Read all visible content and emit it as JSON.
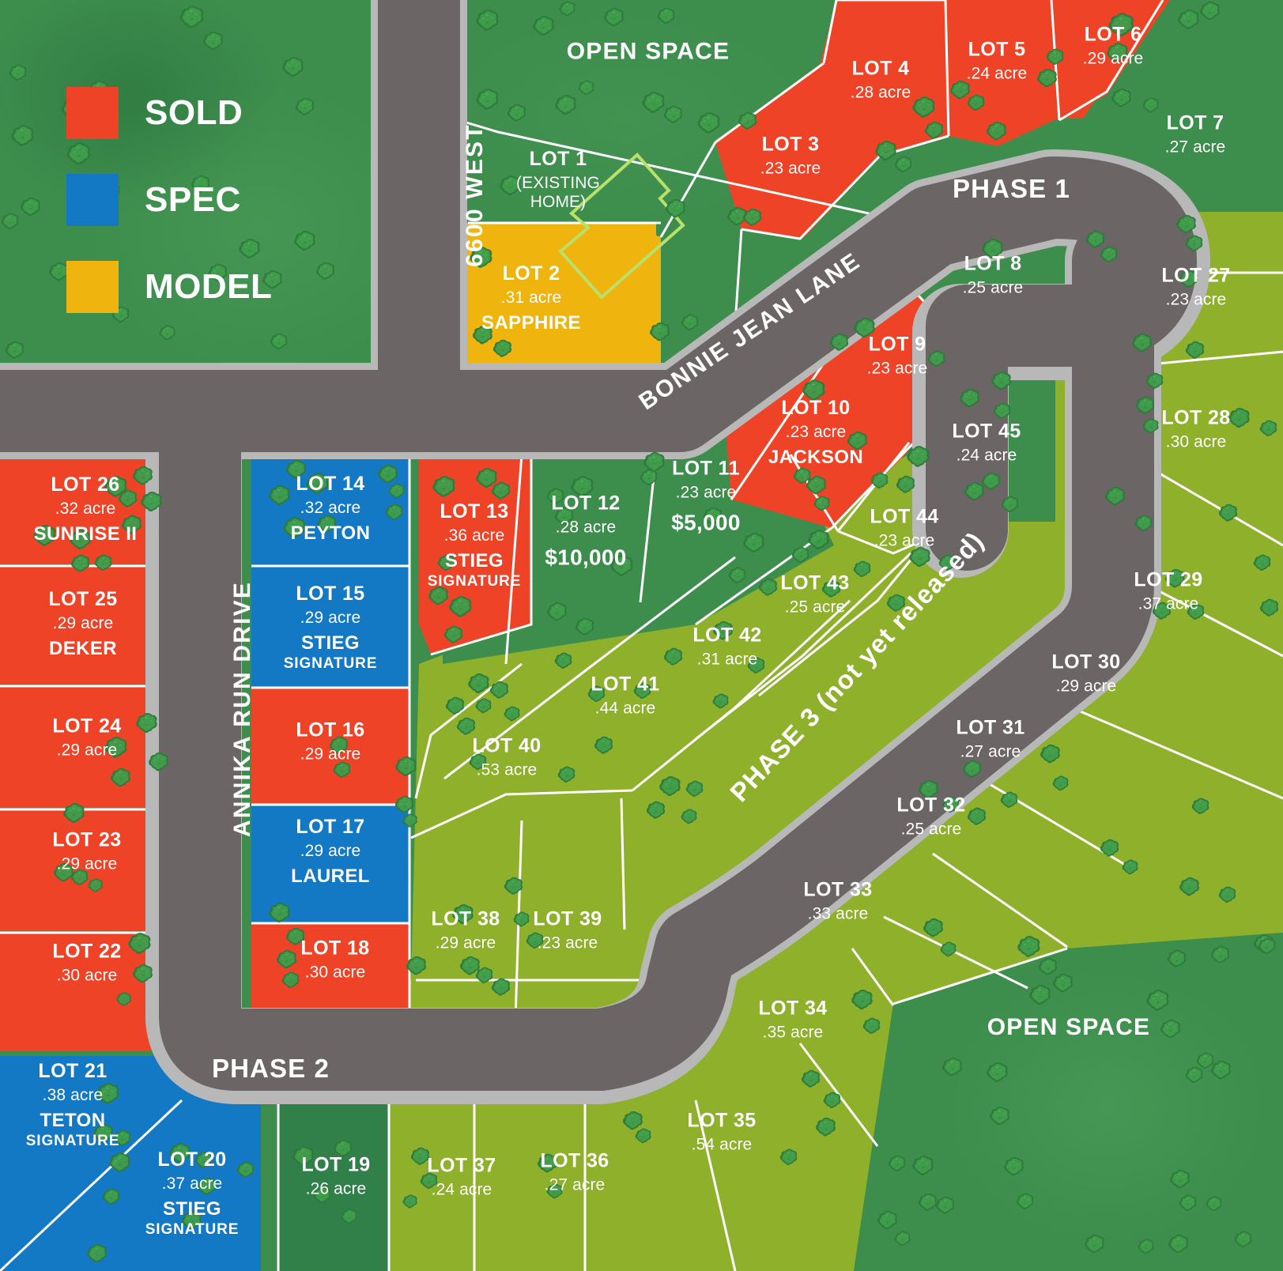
{
  "legend": {
    "items": [
      {
        "label": "SOLD",
        "color": "#ee4327"
      },
      {
        "label": "SPEC",
        "color": "#1379c4"
      },
      {
        "label": "MODEL",
        "color": "#efb50e"
      }
    ]
  },
  "colors": {
    "sold": "#ee4327",
    "spec": "#1379c4",
    "model": "#efb50e",
    "available_green": "#3d8e4d",
    "phase3_olive": "#8fb02b",
    "open_space": "#3d8e4d",
    "road": "#6b6565",
    "curb": "#b8b8b8",
    "lot_line": "#ffffff",
    "home_outline": "#b9e06a"
  },
  "roads": [
    {
      "name": "6600 WEST",
      "angle": -90
    },
    {
      "name": "BONNIE JEAN LANE",
      "angle": -32
    },
    {
      "name": "ANNIKA RUN DRIVE",
      "angle": -90
    }
  ],
  "phases": [
    {
      "name": "PHASE 1",
      "angle": 0
    },
    {
      "name": "PHASE 2",
      "angle": 0
    },
    {
      "name": "PHASE 3 (not yet released)",
      "angle": -47
    }
  ],
  "areas": [
    {
      "name": "OPEN SPACE"
    },
    {
      "name": "OPEN\nSPACE"
    }
  ],
  "open_space_top": "OPEN SPACE",
  "open_space_bottom_l1": "OPEN",
  "open_space_bottom_l2": "SPACE",
  "lots": [
    {
      "id": 1,
      "name": "LOT 1",
      "acre": "",
      "plan": "",
      "sub": "",
      "price": "",
      "status": "available",
      "note_l1": "(EXISTING",
      "note_l2": "HOME)"
    },
    {
      "id": 2,
      "name": "LOT 2",
      "acre": ".31 acre",
      "plan": "SAPPHIRE",
      "sub": "",
      "price": "",
      "status": "model"
    },
    {
      "id": 3,
      "name": "LOT 3",
      "acre": ".23 acre",
      "plan": "",
      "sub": "",
      "price": "",
      "status": "sold"
    },
    {
      "id": 4,
      "name": "LOT 4",
      "acre": ".28 acre",
      "plan": "",
      "sub": "",
      "price": "",
      "status": "sold"
    },
    {
      "id": 5,
      "name": "LOT 5",
      "acre": ".24 acre",
      "plan": "",
      "sub": "",
      "price": "",
      "status": "sold"
    },
    {
      "id": 6,
      "name": "LOT 6",
      "acre": ".29 acre",
      "plan": "",
      "sub": "",
      "price": "",
      "status": "sold"
    },
    {
      "id": 7,
      "name": "LOT 7",
      "acre": ".27 acre",
      "plan": "",
      "sub": "",
      "price": "",
      "status": "available"
    },
    {
      "id": 8,
      "name": "LOT 8",
      "acre": ".25 acre",
      "plan": "",
      "sub": "",
      "price": "",
      "status": "available"
    },
    {
      "id": 9,
      "name": "LOT 9",
      "acre": ".23 acre",
      "plan": "",
      "sub": "",
      "price": "",
      "status": "sold"
    },
    {
      "id": 10,
      "name": "LOT 10",
      "acre": ".23 acre",
      "plan": "JACKSON",
      "sub": "",
      "price": "",
      "status": "sold"
    },
    {
      "id": 11,
      "name": "LOT 11",
      "acre": ".23 acre",
      "plan": "",
      "sub": "",
      "price": "$5,000",
      "status": "available"
    },
    {
      "id": 12,
      "name": "LOT 12",
      "acre": ".28 acre",
      "plan": "",
      "sub": "",
      "price": "$10,000",
      "status": "available"
    },
    {
      "id": 13,
      "name": "LOT 13",
      "acre": ".36 acre",
      "plan": "STIEG",
      "sub": "SIGNATURE",
      "price": "",
      "status": "sold"
    },
    {
      "id": 14,
      "name": "LOT 14",
      "acre": ".32 acre",
      "plan": "PEYTON",
      "sub": "",
      "price": "",
      "status": "spec"
    },
    {
      "id": 15,
      "name": "LOT 15",
      "acre": ".29 acre",
      "plan": "STIEG",
      "sub": "SIGNATURE",
      "price": "",
      "status": "spec"
    },
    {
      "id": 16,
      "name": "LOT 16",
      "acre": ".29 acre",
      "plan": "",
      "sub": "",
      "price": "",
      "status": "sold"
    },
    {
      "id": 17,
      "name": "LOT 17",
      "acre": ".29 acre",
      "plan": "LAUREL",
      "sub": "",
      "price": "",
      "status": "spec"
    },
    {
      "id": 18,
      "name": "LOT 18",
      "acre": ".30 acre",
      "plan": "",
      "sub": "",
      "price": "",
      "status": "sold"
    },
    {
      "id": 19,
      "name": "LOT 19",
      "acre": ".26 acre",
      "plan": "",
      "sub": "",
      "price": "",
      "status": "available"
    },
    {
      "id": 20,
      "name": "LOT 20",
      "acre": ".37 acre",
      "plan": "STIEG",
      "sub": "SIGNATURE",
      "price": "",
      "status": "spec"
    },
    {
      "id": 21,
      "name": "LOT 21",
      "acre": ".38 acre",
      "plan": "TETON",
      "sub": "SIGNATURE",
      "price": "",
      "status": "spec"
    },
    {
      "id": 22,
      "name": "LOT 22",
      "acre": ".30 acre",
      "plan": "",
      "sub": "",
      "price": "",
      "status": "sold"
    },
    {
      "id": 23,
      "name": "LOT 23",
      "acre": ".29 acre",
      "plan": "",
      "sub": "",
      "price": "",
      "status": "sold"
    },
    {
      "id": 24,
      "name": "LOT 24",
      "acre": ".29 acre",
      "plan": "",
      "sub": "",
      "price": "",
      "status": "sold"
    },
    {
      "id": 25,
      "name": "LOT 25",
      "acre": ".29 acre",
      "plan": "DEKER",
      "sub": "",
      "price": "",
      "status": "sold"
    },
    {
      "id": 26,
      "name": "LOT 26",
      "acre": ".32 acre",
      "plan": "SUNRISE II",
      "sub": "",
      "price": "",
      "status": "sold"
    },
    {
      "id": 27,
      "name": "LOT 27",
      "acre": ".23 acre",
      "plan": "",
      "sub": "",
      "price": "",
      "status": "phase3"
    },
    {
      "id": 28,
      "name": "LOT 28",
      "acre": ".30 acre",
      "plan": "",
      "sub": "",
      "price": "",
      "status": "phase3"
    },
    {
      "id": 29,
      "name": "LOT 29",
      "acre": ".37 acre",
      "plan": "",
      "sub": "",
      "price": "",
      "status": "phase3"
    },
    {
      "id": 30,
      "name": "LOT 30",
      "acre": ".29 acre",
      "plan": "",
      "sub": "",
      "price": "",
      "status": "phase3"
    },
    {
      "id": 31,
      "name": "LOT 31",
      "acre": ".27 acre",
      "plan": "",
      "sub": "",
      "price": "",
      "status": "phase3"
    },
    {
      "id": 32,
      "name": "LOT 32",
      "acre": ".25 acre",
      "plan": "",
      "sub": "",
      "price": "",
      "status": "phase3"
    },
    {
      "id": 33,
      "name": "LOT 33",
      "acre": ".33 acre",
      "plan": "",
      "sub": "",
      "price": "",
      "status": "phase3"
    },
    {
      "id": 34,
      "name": "LOT 34",
      "acre": ".35 acre",
      "plan": "",
      "sub": "",
      "price": "",
      "status": "phase3"
    },
    {
      "id": 35,
      "name": "LOT 35",
      "acre": ".54 acre",
      "plan": "",
      "sub": "",
      "price": "",
      "status": "phase3"
    },
    {
      "id": 36,
      "name": "LOT 36",
      "acre": ".27 acre",
      "plan": "",
      "sub": "",
      "price": "",
      "status": "phase3"
    },
    {
      "id": 37,
      "name": "LOT 37",
      "acre": ".24 acre",
      "plan": "",
      "sub": "",
      "price": "",
      "status": "phase3"
    },
    {
      "id": 38,
      "name": "LOT 38",
      "acre": ".29 acre",
      "plan": "",
      "sub": "",
      "price": "",
      "status": "phase3"
    },
    {
      "id": 39,
      "name": "LOT 39",
      "acre": ".23 acre",
      "plan": "",
      "sub": "",
      "price": "",
      "status": "phase3"
    },
    {
      "id": 40,
      "name": "LOT 40",
      "acre": ".53 acre",
      "plan": "",
      "sub": "",
      "price": "",
      "status": "phase3"
    },
    {
      "id": 41,
      "name": "LOT 41",
      "acre": ".44 acre",
      "plan": "",
      "sub": "",
      "price": "",
      "status": "phase3"
    },
    {
      "id": 42,
      "name": "LOT 42",
      "acre": ".31 acre",
      "plan": "",
      "sub": "",
      "price": "",
      "status": "phase3"
    },
    {
      "id": 43,
      "name": "LOT 43",
      "acre": ".25 acre",
      "plan": "",
      "sub": "",
      "price": "",
      "status": "phase3"
    },
    {
      "id": 44,
      "name": "LOT 44",
      "acre": ".23 acre",
      "plan": "",
      "sub": "",
      "price": "",
      "status": "phase3"
    },
    {
      "id": 45,
      "name": "LOT 45",
      "acre": ".24 acre",
      "plan": "",
      "sub": "",
      "price": "",
      "status": "phase3"
    }
  ]
}
